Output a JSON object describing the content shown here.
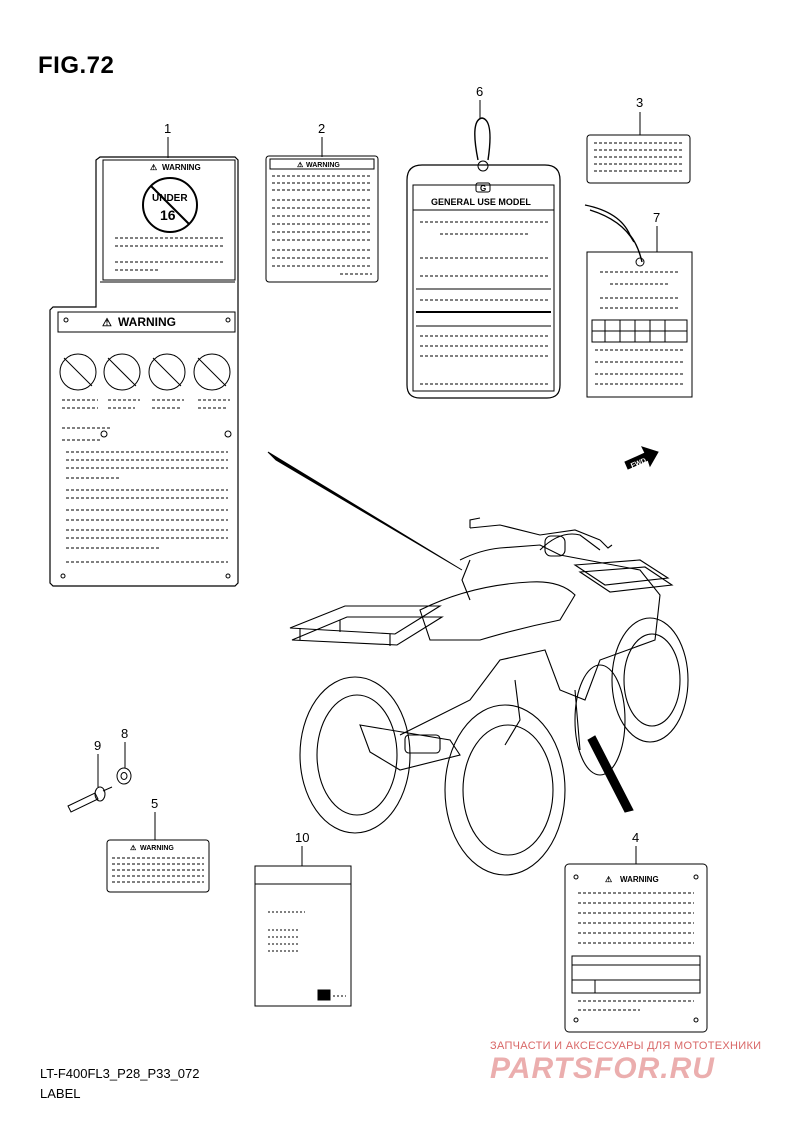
{
  "figure": {
    "title": "FIG.72",
    "code": "LT-F400FL3_P28_P33_072",
    "caption": "LABEL"
  },
  "watermark": {
    "line1": "ЗАПЧАСТИ И АКСЕССУАРЫ ДЛЯ МОТОТЕХНИКИ",
    "brand": "PARTSFOR.RU"
  },
  "callouts": [
    "1",
    "2",
    "3",
    "4",
    "5",
    "6",
    "7",
    "8",
    "9",
    "10"
  ],
  "label_texts": {
    "warning": "WARNING",
    "under": "UNDER",
    "age": "16",
    "general_use": "GENERAL USE MODEL",
    "fwd": "FWD",
    "g_mark": "G"
  }
}
